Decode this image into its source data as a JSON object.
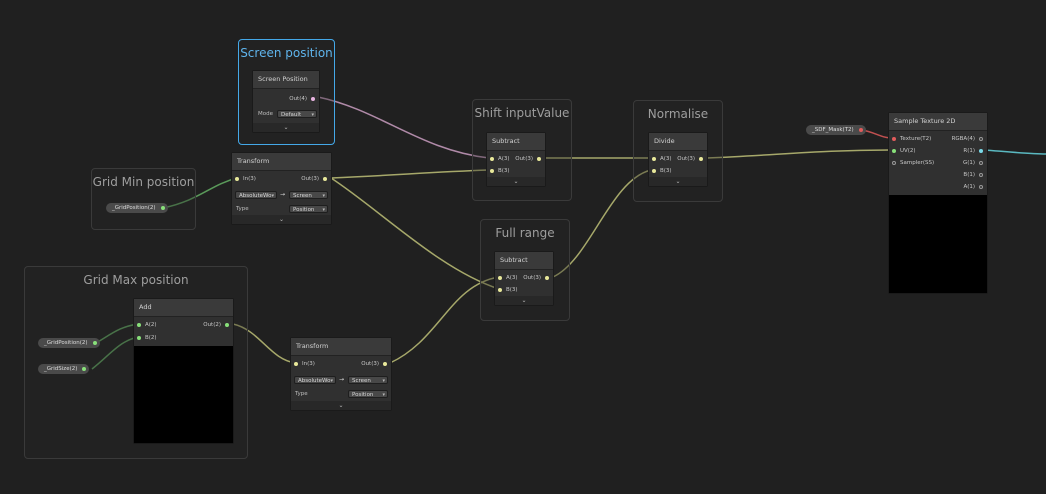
{
  "groups": {
    "screen_position": "Screen position",
    "shift_input": "Shift inputValue",
    "normalise": "Normalise",
    "grid_min": "Grid Min position",
    "full_range": "Full range",
    "grid_max": "Grid Max position"
  },
  "nodes": {
    "screen_position": {
      "title": "Screen Position",
      "out": "Out(4)",
      "mode_label": "Mode",
      "mode_value": "Default"
    },
    "transform1": {
      "title": "Transform",
      "in": "In(3)",
      "out": "Out(3)",
      "from": "AbsoluteWo",
      "arrow": "→",
      "to": "Screen",
      "type_label": "Type",
      "type_value": "Position"
    },
    "subtract1": {
      "title": "Subtract",
      "a": "A(3)",
      "b": "B(3)",
      "out": "Out(3)"
    },
    "divide": {
      "title": "Divide",
      "a": "A(3)",
      "b": "B(3)",
      "out": "Out(3)"
    },
    "subtract2": {
      "title": "Subtract",
      "a": "A(3)",
      "b": "B(3)",
      "out": "Out(3)"
    },
    "add": {
      "title": "Add",
      "a": "A(2)",
      "b": "B(2)",
      "out": "Out(2)"
    },
    "transform2": {
      "title": "Transform",
      "in": "In(3)",
      "out": "Out(3)",
      "from": "AbsoluteWo",
      "arrow": "→",
      "to": "Screen",
      "type_label": "Type",
      "type_value": "Position"
    },
    "sample_texture": {
      "title": "Sample Texture 2D",
      "texture": "Texture(T2)",
      "uv": "UV(2)",
      "sampler": "Sampler(SS)",
      "rgba": "RGBA(4)",
      "r": "R(1)",
      "g": "G(1)",
      "b": "B(1)",
      "a": "A(1)"
    }
  },
  "properties": {
    "grid_position_min": "_GridPosition(2)",
    "grid_position_max": "_GridPosition(2)",
    "grid_size": "_GridSize(2)",
    "sdf_mask": "_SDF_Mask(T2)"
  },
  "colors": {
    "background": "#202020",
    "selection": "#44a8e8",
    "wire_vector3": "#a6a86a",
    "wire_vector2": "#5a9a5a",
    "wire_vector4": "#b08aa8",
    "wire_texture": "#c05050",
    "wire_output": "#5ab8c0"
  }
}
